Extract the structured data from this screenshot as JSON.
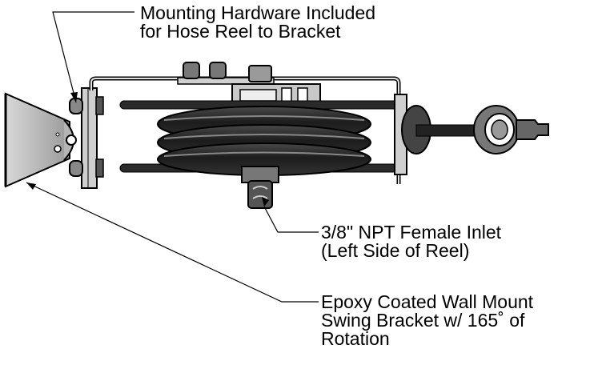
{
  "callouts": {
    "mounting_hardware": {
      "line1": "Mounting Hardware Included",
      "line2": "for Hose Reel to Bracket"
    },
    "inlet": {
      "line1": "3/8\" NPT Female Inlet",
      "line2": "(Left Side of Reel)"
    },
    "bracket": {
      "line1": "Epoxy Coated Wall Mount",
      "line2": "Swing Bracket w/ 165˚ of",
      "line3": "Rotation"
    }
  }
}
